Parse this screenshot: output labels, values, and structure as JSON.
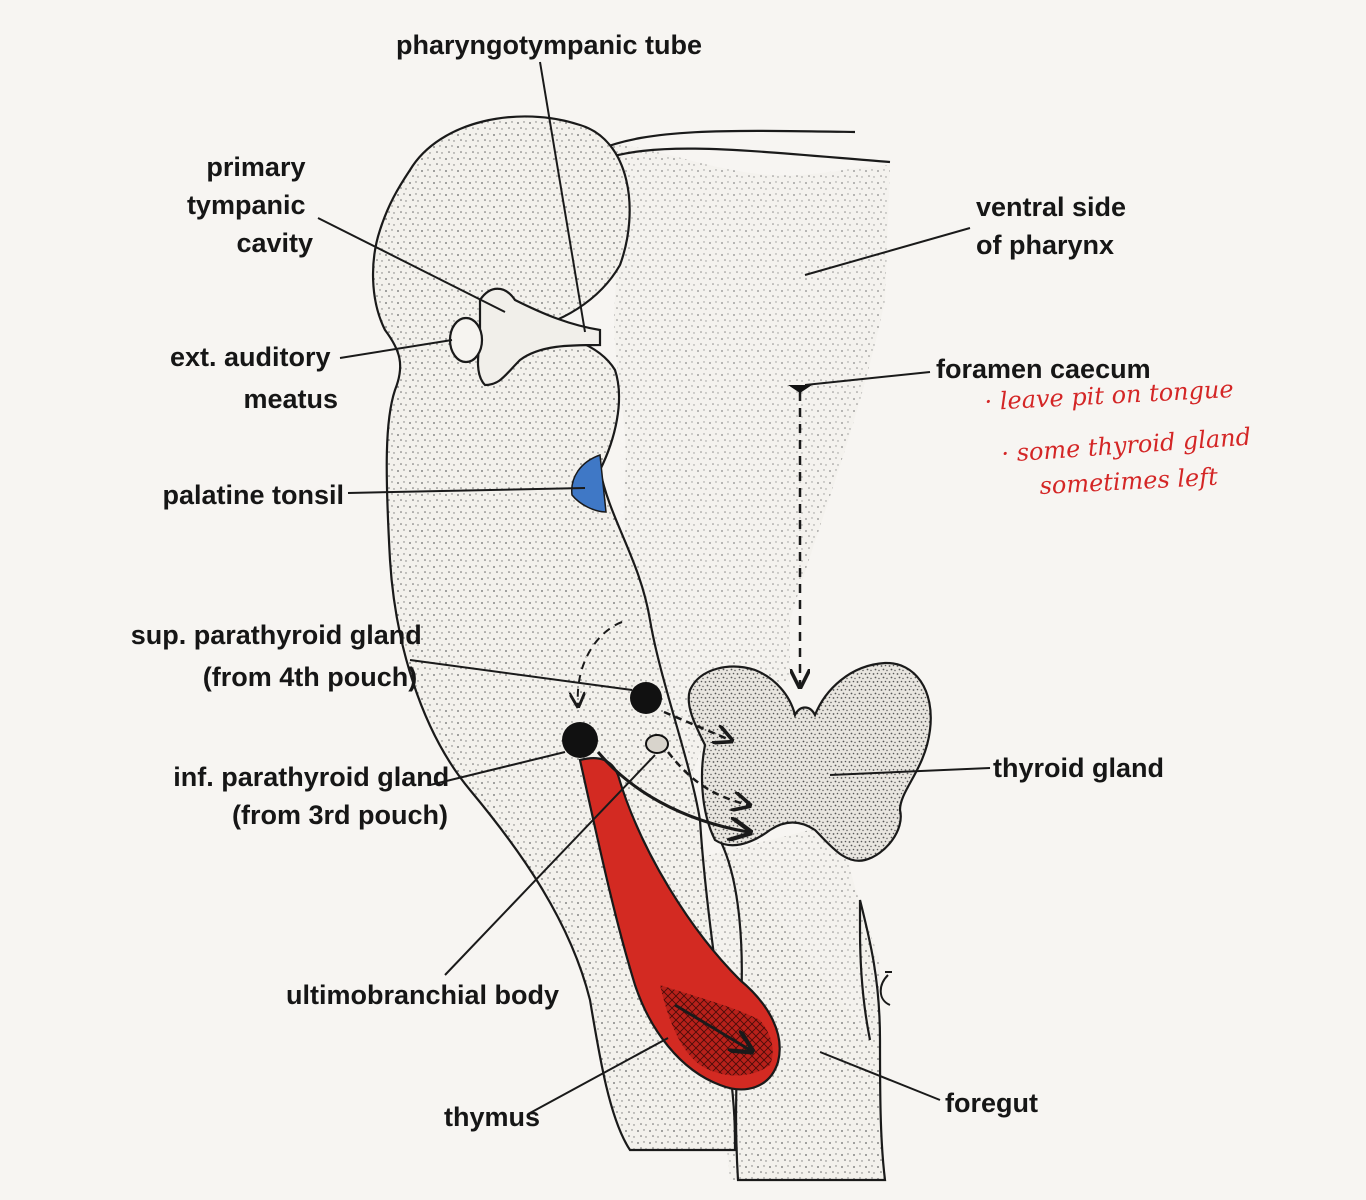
{
  "diagram": {
    "labels": {
      "pharyngotympanic_tube": "pharyngotympanic tube",
      "primary_tympanic_cavity": [
        "primary",
        "tympanic",
        "cavity"
      ],
      "ventral_side_of_pharynx": [
        "ventral side",
        "of pharynx"
      ],
      "ext_auditory_meatus": [
        "ext. auditory",
        "meatus"
      ],
      "foramen_caecum": "foramen caecum",
      "palatine_tonsil": "palatine tonsil",
      "sup_parathyroid_gland": [
        "sup. parathyroid gland",
        "(from 4th pouch)"
      ],
      "thyroid_gland": "thyroid gland",
      "inf_parathyroid_gland": [
        "inf. parathyroid gland",
        "(from 3rd pouch)"
      ],
      "ultimobranchial_body": "ultimobranchial body",
      "thymus": "thymus",
      "foregut": "foregut"
    },
    "annotations": [
      "· leave pit on tongue",
      "· some thyroid gland",
      "sometimes left"
    ],
    "colors": {
      "palatine_tonsil": "#3f78c6",
      "thymus": "#d32a22",
      "annotation_ink": "#d42626",
      "line_ink": "#1a1a1a"
    }
  }
}
